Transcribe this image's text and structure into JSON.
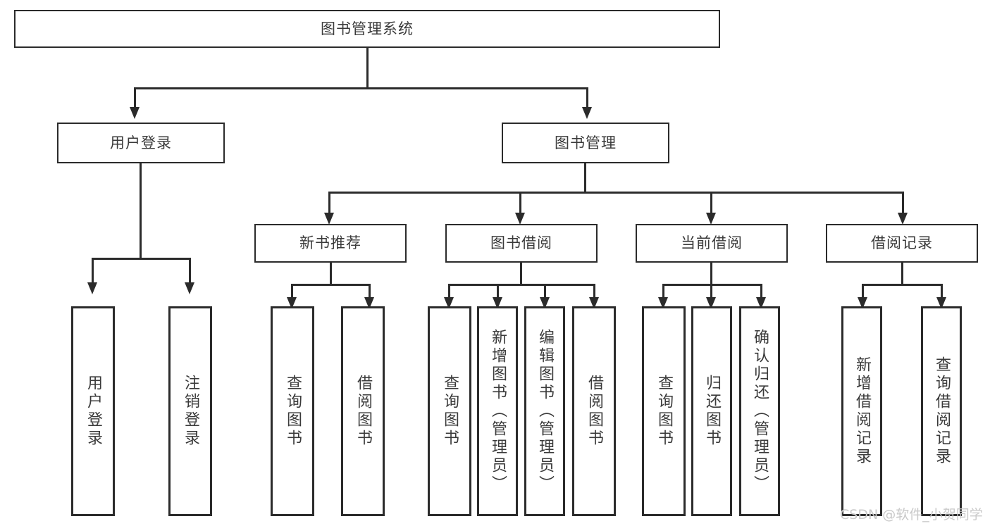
{
  "diagram": {
    "type": "tree",
    "title": "图书管理系统",
    "root": {
      "label": "图书管理系统"
    },
    "level1": [
      {
        "label": "用户登录"
      },
      {
        "label": "图书管理"
      }
    ],
    "level2": [
      {
        "label": "新书推荐"
      },
      {
        "label": "图书借阅"
      },
      {
        "label": "当前借阅"
      },
      {
        "label": "借阅记录"
      }
    ],
    "leaves": {
      "user_login": [
        {
          "label": "用户登录"
        },
        {
          "label": "注销登录"
        }
      ],
      "new_book_recommend": [
        {
          "label": "查询图书"
        },
        {
          "label": "借阅图书"
        }
      ],
      "book_borrow": [
        {
          "label": "查询图书"
        },
        {
          "label": "新增图书（管理员）"
        },
        {
          "label": "编辑图书（管理员）"
        },
        {
          "label": "借阅图书"
        }
      ],
      "current_borrow": [
        {
          "label": "查询图书"
        },
        {
          "label": "归还图书"
        },
        {
          "label": "确认归还（管理员）"
        }
      ],
      "borrow_record": [
        {
          "label": "新增借阅记录"
        },
        {
          "label": "查询借阅记录"
        }
      ]
    }
  },
  "watermark": {
    "text": "CSDN @软件_小贺同学"
  },
  "colors": {
    "stroke": "#2b2b2b",
    "fill": "#ffffff",
    "text": "#3a3a3a",
    "watermark": "#c9c9c9"
  }
}
